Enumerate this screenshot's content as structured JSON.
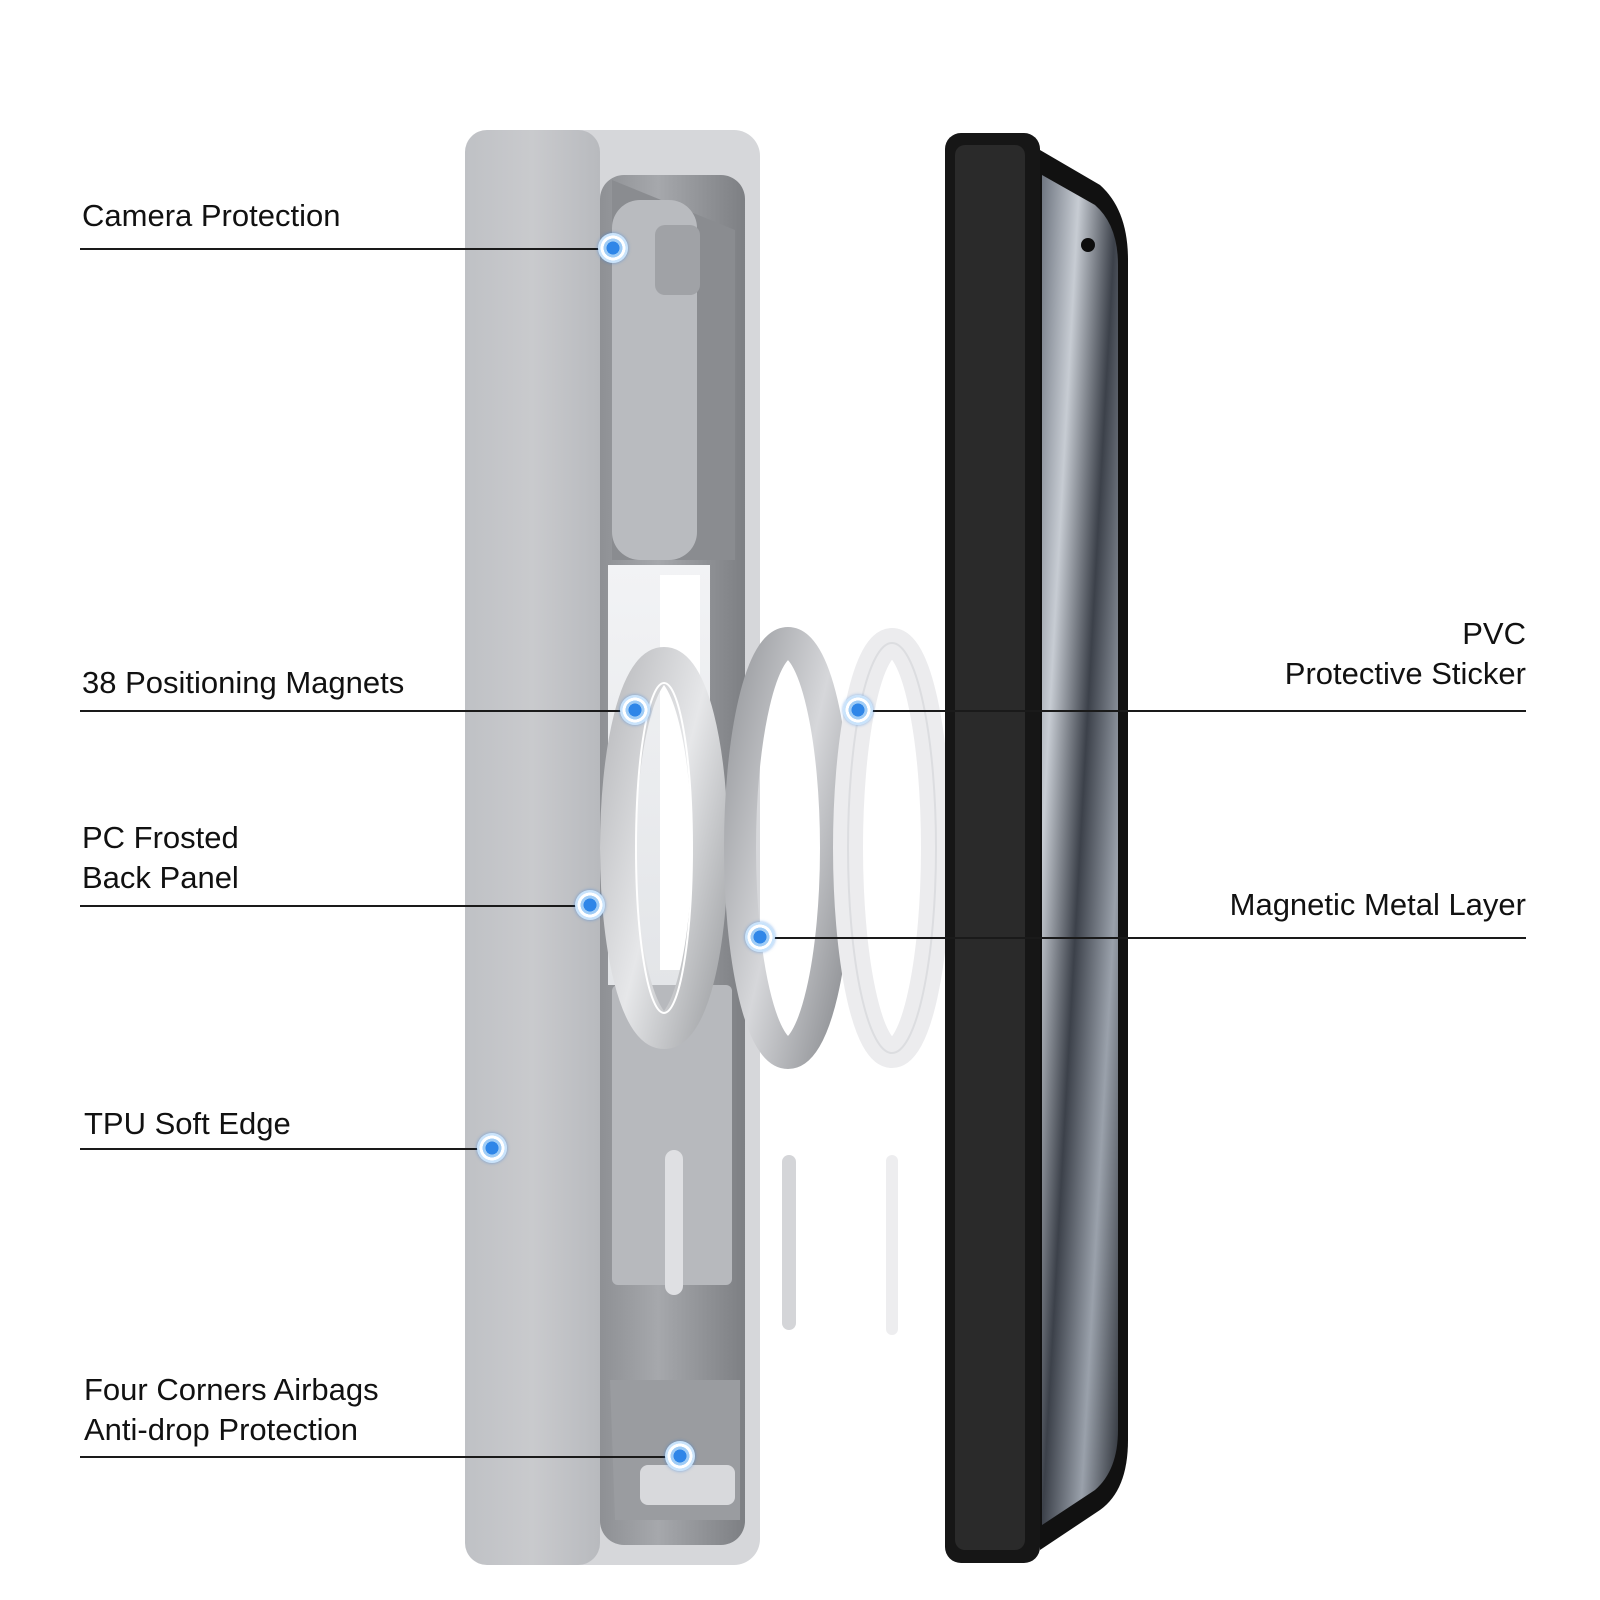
{
  "callouts": {
    "camera": {
      "line1": "Camera Protection"
    },
    "magnets": {
      "line1": "38 Positioning Magnets"
    },
    "panel": {
      "line1": "PC Frosted",
      "line2": "Back Panel"
    },
    "edge": {
      "line1": "TPU Soft Edge"
    },
    "corners": {
      "line1": "Four Corners Airbags",
      "line2": "Anti-drop Protection"
    },
    "sticker": {
      "line1": "PVC",
      "line2": "Protective Sticker"
    },
    "metal": {
      "line1": "Magnetic Metal Layer"
    }
  },
  "colors": {
    "accent_dot": "#2f86e8",
    "case_gray": "#c4c5c8",
    "phone_black": "#1a1a1a"
  },
  "illustration": {
    "components": [
      "phone-case",
      "magnetic-ring",
      "metal-ring",
      "pvc-sticker-ring",
      "phone"
    ]
  }
}
